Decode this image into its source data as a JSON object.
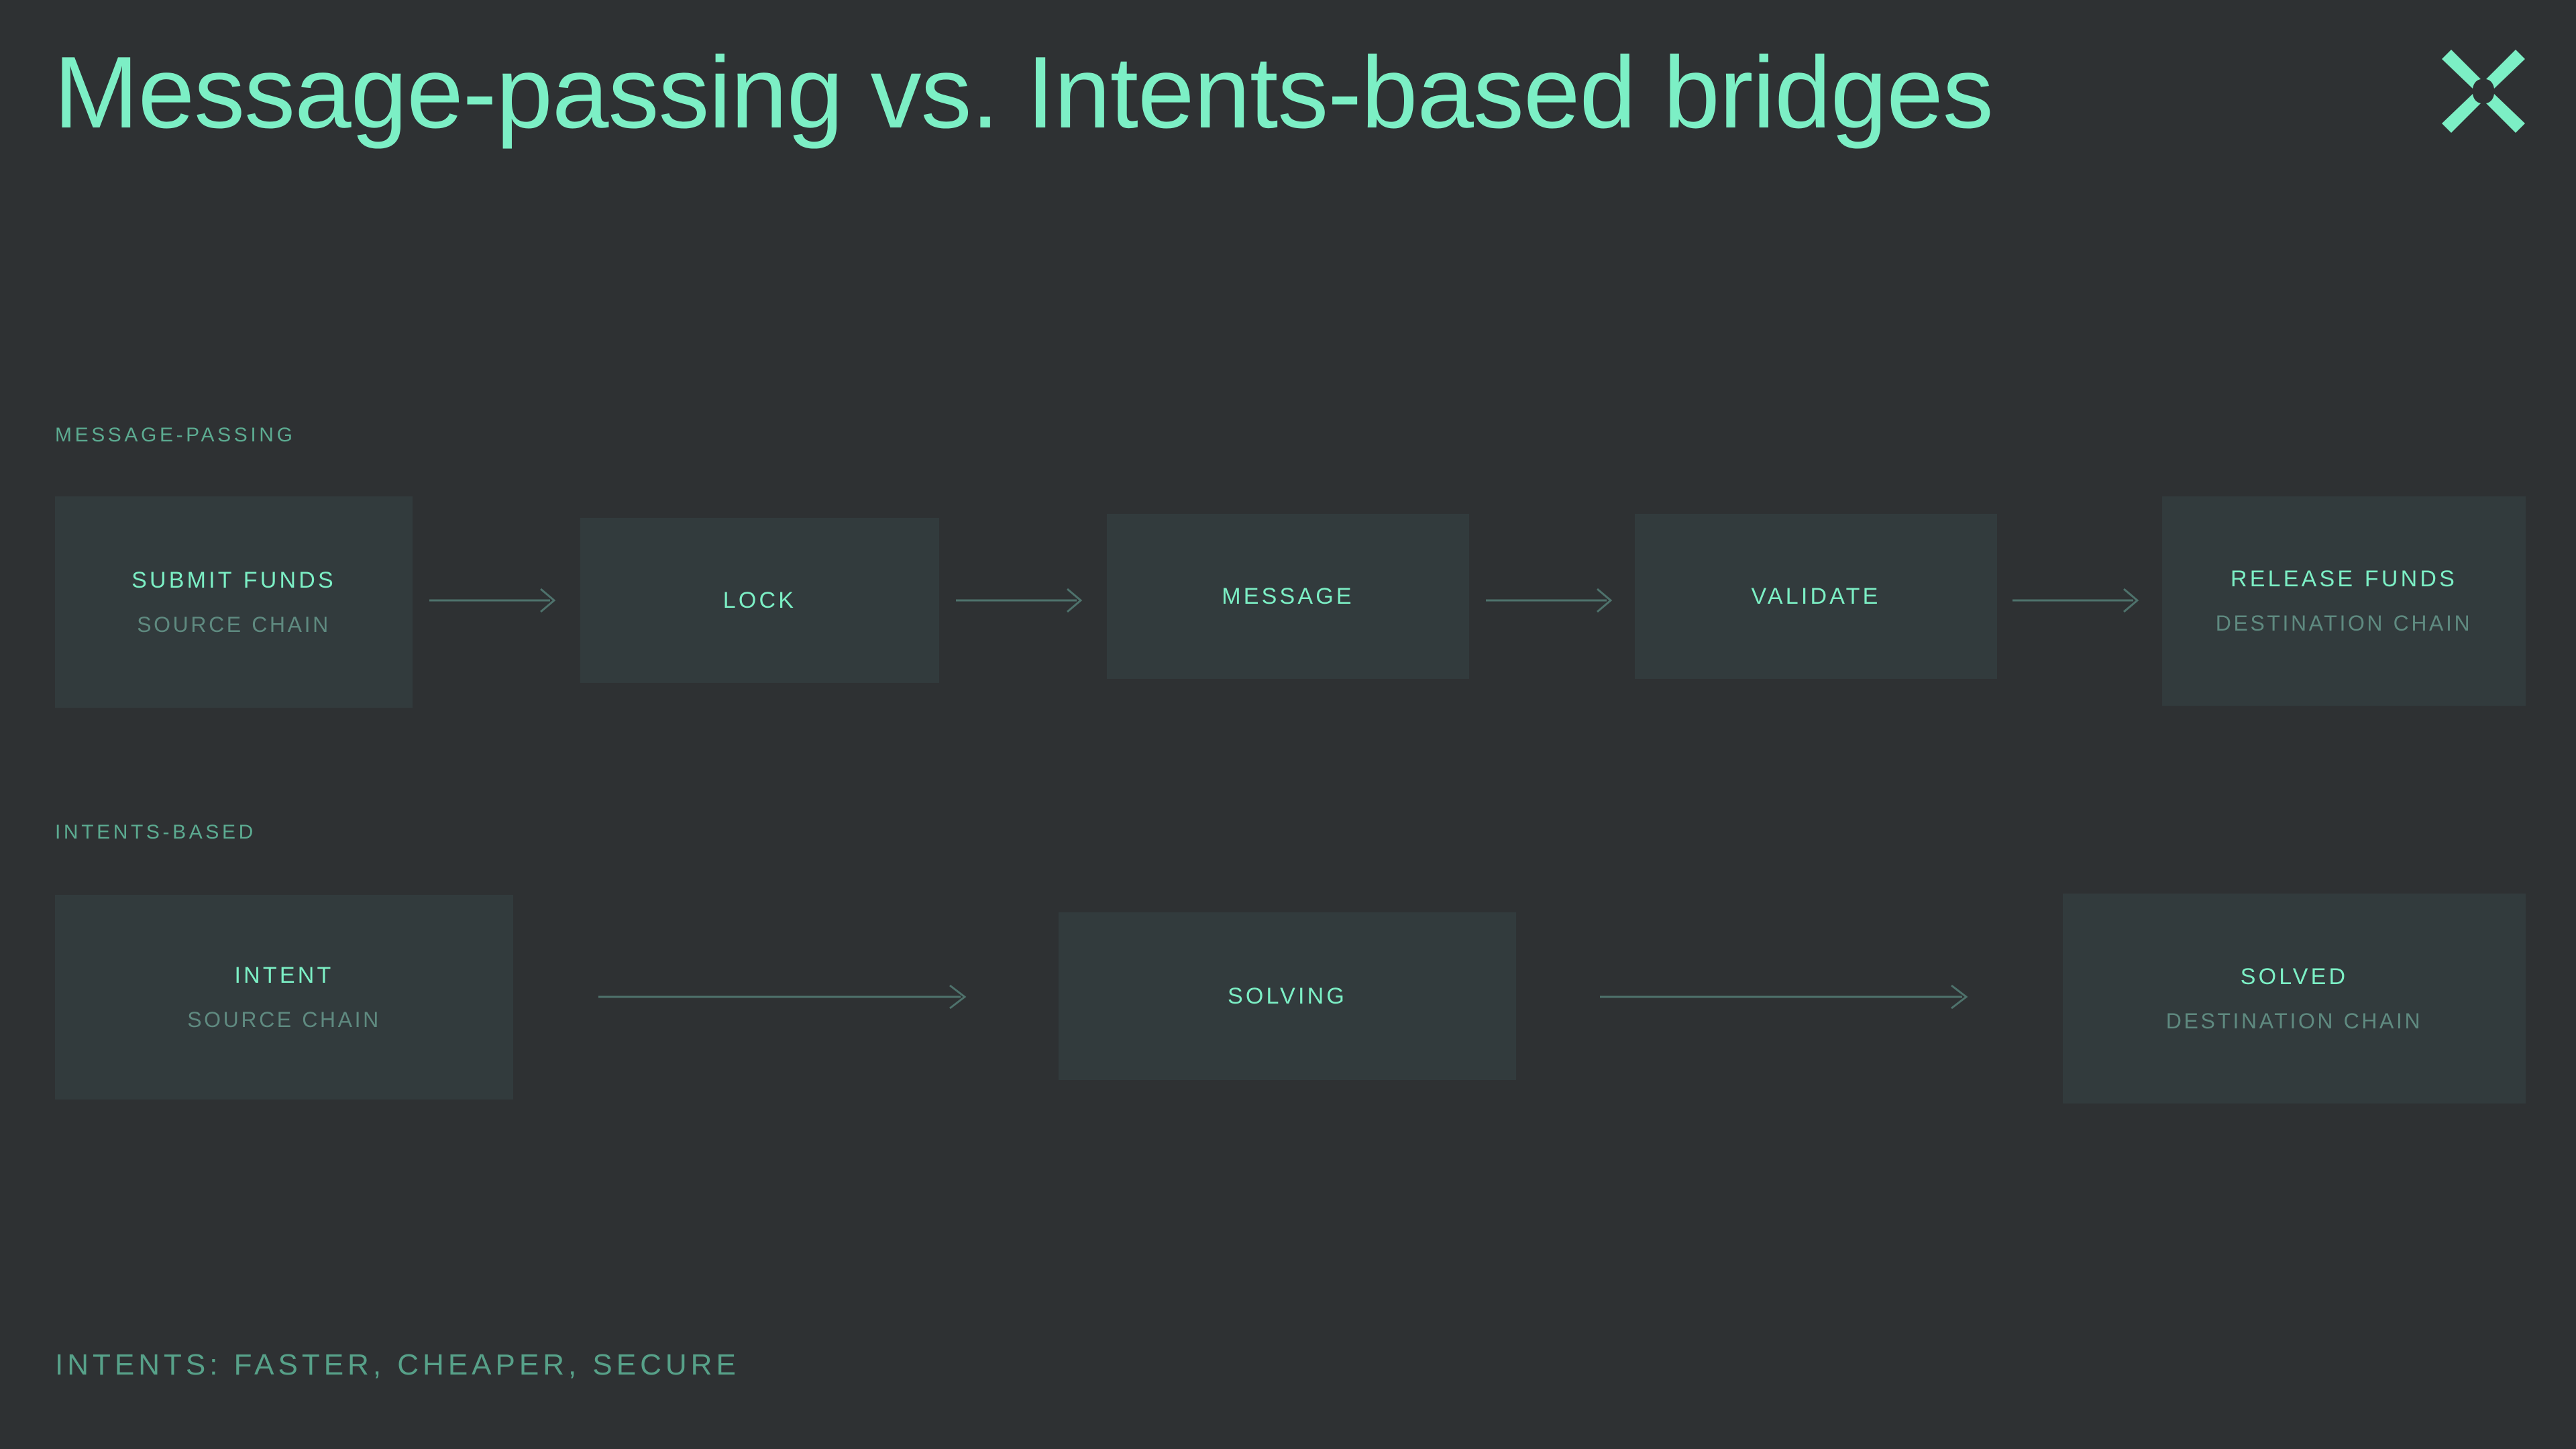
{
  "slide": {
    "title": "Message-passing vs. Intents-based bridges",
    "background_color": "#2e3133",
    "box_color": "#323b3d",
    "accent_color": "#7cefc5",
    "muted_accent_color": "#5cab91",
    "subtitle_color": "#5f8a80",
    "arrow_color": "#4e726c"
  },
  "logo": {
    "name": "x-mark-logo",
    "color": "#7cefc5"
  },
  "rows": [
    {
      "label": "MESSAGE-PASSING",
      "steps": [
        {
          "title": "SUBMIT FUNDS",
          "subtitle": "SOURCE CHAIN"
        },
        {
          "title": "LOCK",
          "subtitle": ""
        },
        {
          "title": "MESSAGE",
          "subtitle": ""
        },
        {
          "title": "VALIDATE",
          "subtitle": ""
        },
        {
          "title": "RELEASE FUNDS",
          "subtitle": "DESTINATION CHAIN"
        }
      ]
    },
    {
      "label": "INTENTS-BASED",
      "steps": [
        {
          "title": "INTENT",
          "subtitle": "SOURCE CHAIN"
        },
        {
          "title": "SOLVING",
          "subtitle": ""
        },
        {
          "title": "SOLVED",
          "subtitle": "DESTINATION CHAIN"
        }
      ]
    }
  ],
  "tagline": "INTENTS: FASTER, CHEAPER, SECURE"
}
